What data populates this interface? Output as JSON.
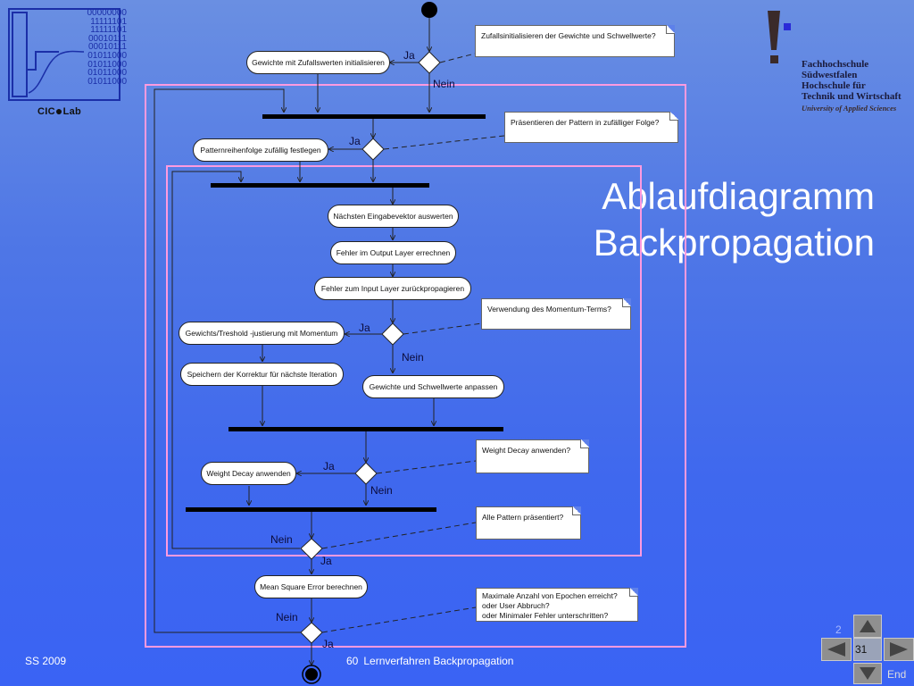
{
  "slide": {
    "title_line1": "Ablaufdiagramm",
    "title_line2": "Backpropagation"
  },
  "logo_left": {
    "bits": [
      "00000000",
      "11111101",
      "11111101",
      "00010111",
      "00010111",
      "01011000",
      "01011000",
      "01011000",
      "01011000"
    ],
    "name": "CIC",
    "name_suffix": "Lab"
  },
  "logo_right": {
    "lines": [
      "Fachhochschule",
      "Südwestfalen",
      "Hochschule für",
      "Technik und Wirtschaft"
    ],
    "tagline": "University of Applied Sciences"
  },
  "diagram": {
    "activities": {
      "init_weights": "Gewichte mit Zufallswerten initialisieren",
      "random_order": "Patternreihenfolge zufällig festlegen",
      "next_vector": "Nächsten Eingabevektor auswerten",
      "output_error": "Fehler im Output Layer errechnen",
      "backprop_error": "Fehler zum Input Layer zurückpropagieren",
      "momentum_adjust": "Gewichts/Treshold -justierung mit Momentum",
      "store_correction": "Speichern der Korrektur für nächste Iteration",
      "adjust_weights": "Gewichte und Schwellwerte anpassen",
      "weight_decay": "Weight Decay anwenden",
      "mse": "Mean Square Error berechnen"
    },
    "notes": {
      "random_init_q": "Zufallsinitialisieren der Gewichte und Schwellwerte?",
      "random_order_q": "Präsentieren der Pattern in zufälliger Folge?",
      "momentum_q": "Verwendung des Momentum-Terms?",
      "decay_q": "Weight Decay anwenden?",
      "all_patterns_q": "Alle Pattern präsentiert?",
      "stop_q_line1": "Maximale Anzahl von Epochen erreicht?",
      "stop_q_line2": "oder User Abbruch?",
      "stop_q_line3": "oder Minimaler Fehler unterschritten?"
    },
    "labels": {
      "yes": "Ja",
      "no": "Nein"
    }
  },
  "footer": {
    "semester": "SS 2009",
    "slide_number": "60",
    "topic": "Lernverfahren Backpropagation",
    "nav_page": "31",
    "nav_prev_count": "2",
    "nav_end": "End"
  }
}
